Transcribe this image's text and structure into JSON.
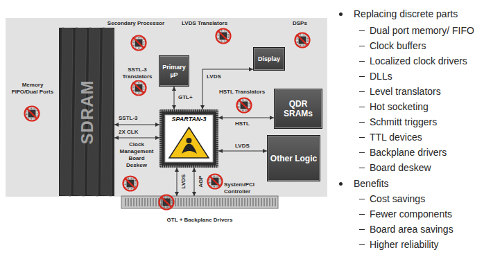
{
  "diagram": {
    "nodes": [
      {
        "text": [
          "SDRAM"
        ]
      },
      {
        "text": [
          "Primary µP"
        ]
      },
      {
        "text": [
          "Display"
        ]
      },
      {
        "text": [
          "SPARTAN-3"
        ]
      },
      {
        "text": [
          "QDR SRAMs"
        ]
      },
      {
        "text": [
          "Other Logic"
        ]
      },
      {
        "text": [
          "GTL + Backplane Drivers"
        ]
      }
    ],
    "edges": [
      {
        "from": 0,
        "to": 3,
        "label": "SSTL-3",
        "arrow": "both"
      },
      {
        "from": 0,
        "to": 3,
        "label": "2X CLK",
        "arrow": "both"
      },
      {
        "from": 1,
        "to": 3,
        "label": "GTL+",
        "arrow": "both"
      },
      {
        "from": 3,
        "to": 2,
        "label": "LVDS",
        "arrow": "both"
      },
      {
        "from": 3,
        "to": 4,
        "label": "HSTL",
        "arrow": "both"
      },
      {
        "from": 3,
        "to": 5,
        "label": "LVDS",
        "arrow": "both"
      },
      {
        "from": 3,
        "to": 6,
        "label": "LVDS",
        "arrow": "both"
      },
      {
        "from": 3,
        "to": 6,
        "label": "AGP",
        "arrow": "both"
      }
    ],
    "labels": [
      "Memory FIFO/Dual Ports",
      "Secondary Processor",
      "LVDS Translators",
      "DSPs",
      "SSTL-3 Translators",
      "HSTL Translators",
      "Clock Management Board Deskew",
      "System/PCI Controller",
      "Replacing discrete parts",
      "Dual port memory/ FIFO",
      "Clock buffers",
      "Localized clock drivers",
      "DLLs",
      "Level translators",
      "Hot socketing",
      "Schmitt triggers",
      "TTL devices",
      "Backplane drivers",
      "Board deskew",
      "Benefits",
      "Cost savings",
      "Fewer components",
      "Board area savings",
      "Higher reliability"
    ]
  }
}
